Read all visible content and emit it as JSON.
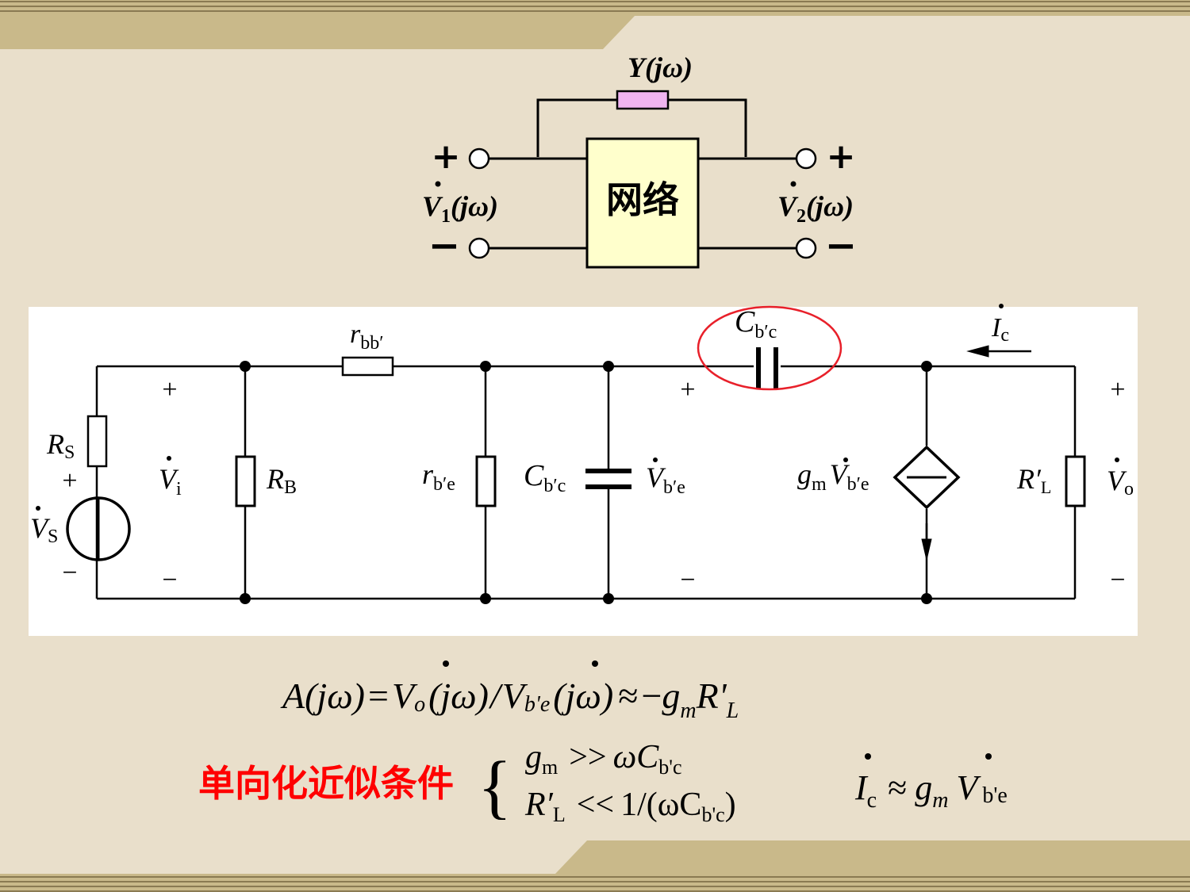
{
  "colors": {
    "background": "#e9dfcb",
    "stripe_dark": "#8a7a52",
    "stripe_light": "#c9b98a",
    "panel": "#ffffff",
    "network_box_fill": "#ffffcc",
    "admittance_fill": "#f0b4f0",
    "highlight_ellipse": "#e8202a",
    "condition_text": "#ff0000",
    "ink": "#000000"
  },
  "top_diagram": {
    "admittance_label": "Y(jω)",
    "network_label": "网络",
    "left_plus": "+",
    "left_minus": "−",
    "right_plus": "+",
    "right_minus": "−",
    "input_port": {
      "symbol": "V",
      "subscript": "1",
      "argument": "(jω)"
    },
    "output_port": {
      "symbol": "V",
      "subscript": "2",
      "argument": "(jω)"
    }
  },
  "circuit": {
    "rbb_label": {
      "main": "r",
      "sub": "bb′"
    },
    "cbc_label": {
      "main": "C",
      "sub": "b′c"
    },
    "ic_label": {
      "main": "I",
      "sub": "c"
    },
    "rs_label": {
      "main": "R",
      "sub": "S"
    },
    "vs_label": {
      "main": "V",
      "sub": "S"
    },
    "vi_label": {
      "main": "V",
      "sub": "i"
    },
    "rb_label": {
      "main": "R",
      "sub": "B"
    },
    "rbe_label": {
      "main": "r",
      "sub": "b′e"
    },
    "cbc_shunt_label": {
      "main": "C",
      "sub": "b′c"
    },
    "vbe_label": {
      "main": "V",
      "sub": "b′e"
    },
    "gm_source_label": {
      "coef": "g",
      "coef_sub": "m",
      "main": "V",
      "sub": "b′e"
    },
    "rl_label": {
      "main": "R′",
      "sub": "L"
    },
    "vo_label": {
      "main": "V",
      "sub": "o"
    },
    "plus": "+",
    "minus": "−"
  },
  "equations": {
    "gain": {
      "lhs": "A(jω)",
      "eq": "=",
      "num_main": "V",
      "num_sub": "o",
      "num_arg": "(jω)",
      "slash": "/",
      "den_main": "V",
      "den_sub": "b'e",
      "den_arg": "(jω)",
      "approx": "≈",
      "rhs_minus": "−",
      "rhs_g": "g",
      "rhs_g_sub": "m",
      "rhs_r": "R'",
      "rhs_r_sub": "L"
    },
    "condition_title": "单向化近似条件",
    "brace": "{",
    "cond1": {
      "g": "g",
      "g_sub": "m",
      "op": ">>",
      "omega": "ωC",
      "c_sub": "b'c"
    },
    "cond2": {
      "r": "R′",
      "r_sub": "L",
      "op": "<<",
      "frac": "1/(ωC",
      "c_sub": "b'c",
      "close": ")"
    },
    "current_approx": {
      "i": "I",
      "i_sub": "c",
      "approx": "≈",
      "g": "g",
      "g_sub": "m",
      "v": "V",
      "v_sub": "b'e"
    }
  }
}
